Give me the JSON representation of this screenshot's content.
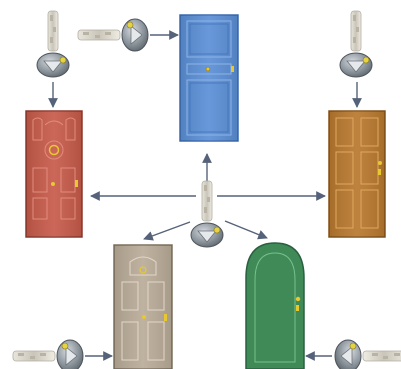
{
  "diagram": {
    "center": "key",
    "doors": [
      {
        "name": "blue-door",
        "color": "#5b8fd6",
        "style": "panel"
      },
      {
        "name": "red-door",
        "color": "#c65a4a",
        "style": "ornate"
      },
      {
        "name": "orange-door",
        "color": "#b8782e",
        "style": "six-panel"
      },
      {
        "name": "beige-door",
        "color": "#b9ab98",
        "style": "fanlight"
      },
      {
        "name": "green-door",
        "color": "#3f8a57",
        "style": "arched"
      }
    ],
    "keys": [
      {
        "name": "center-key",
        "target": "all-doors"
      },
      {
        "name": "top-left-key",
        "target": "red-door"
      },
      {
        "name": "top-middle-key",
        "target": "blue-door"
      },
      {
        "name": "top-right-key",
        "target": "orange-door"
      },
      {
        "name": "bottom-left-key",
        "target": "beige-door"
      },
      {
        "name": "bottom-right-key",
        "target": "green-door"
      }
    ],
    "arrow_color": "#55627a"
  }
}
